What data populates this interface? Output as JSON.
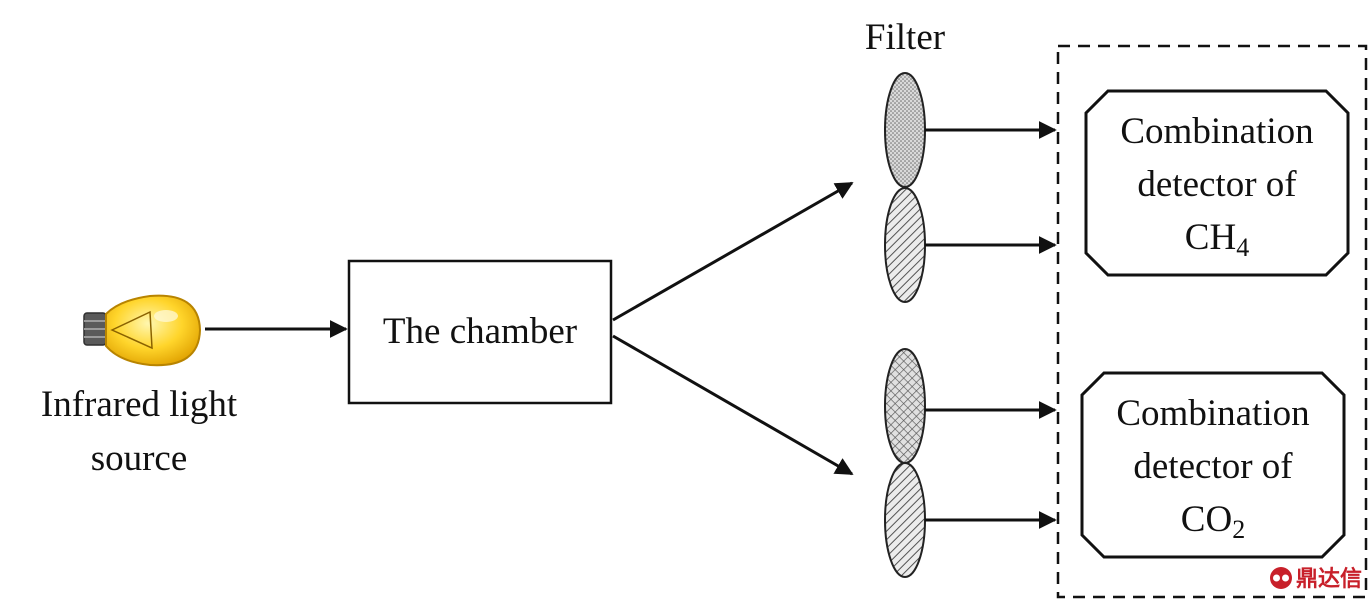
{
  "source": {
    "label_line1": "Infrared light",
    "label_line2": "source",
    "icon": "light-bulb-icon"
  },
  "chamber": {
    "label": "The chamber"
  },
  "filter": {
    "label": "Filter"
  },
  "detectors": [
    {
      "line1": "Combination",
      "line2": "detector of",
      "formula_main": "CH",
      "formula_sub": "4"
    },
    {
      "line1": "Combination",
      "line2": "detector of",
      "formula_main": "CO",
      "formula_sub": "2"
    }
  ],
  "watermark": {
    "text": "鼎达信"
  }
}
